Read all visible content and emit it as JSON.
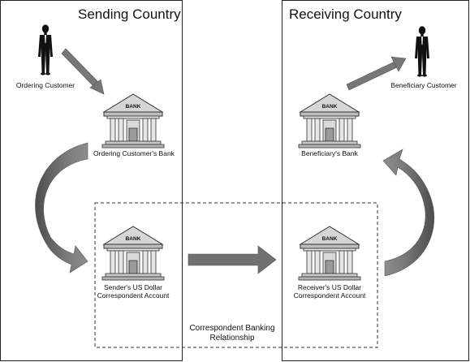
{
  "panels": {
    "sending_title": "Sending Country",
    "receiving_title": "Receiving Country"
  },
  "people": {
    "ordering_customer": "Ordering Customer",
    "beneficiary_customer": "Beneficiary Customer"
  },
  "banks": {
    "sign_text": "BANK",
    "ordering_bank": "Ordering Customer's Bank",
    "beneficiary_bank": "Beneficiary's Bank",
    "sender_correspondent_line1": "Sender's US Dollar",
    "sender_correspondent_line2": "Correspondent Account",
    "receiver_correspondent_line1": "Receiver's US Dollar",
    "receiver_correspondent_line2": "Correspondent Account"
  },
  "relationship": {
    "line1": "Correspondent Banking",
    "line2": "Relationship"
  },
  "colors": {
    "arrow_fill": "#737373",
    "arrow_dark": "#555555",
    "bank_fill": "#cfcfcf",
    "bank_stroke": "#333333",
    "panel_border": "#222222",
    "person_fill": "#111111"
  }
}
